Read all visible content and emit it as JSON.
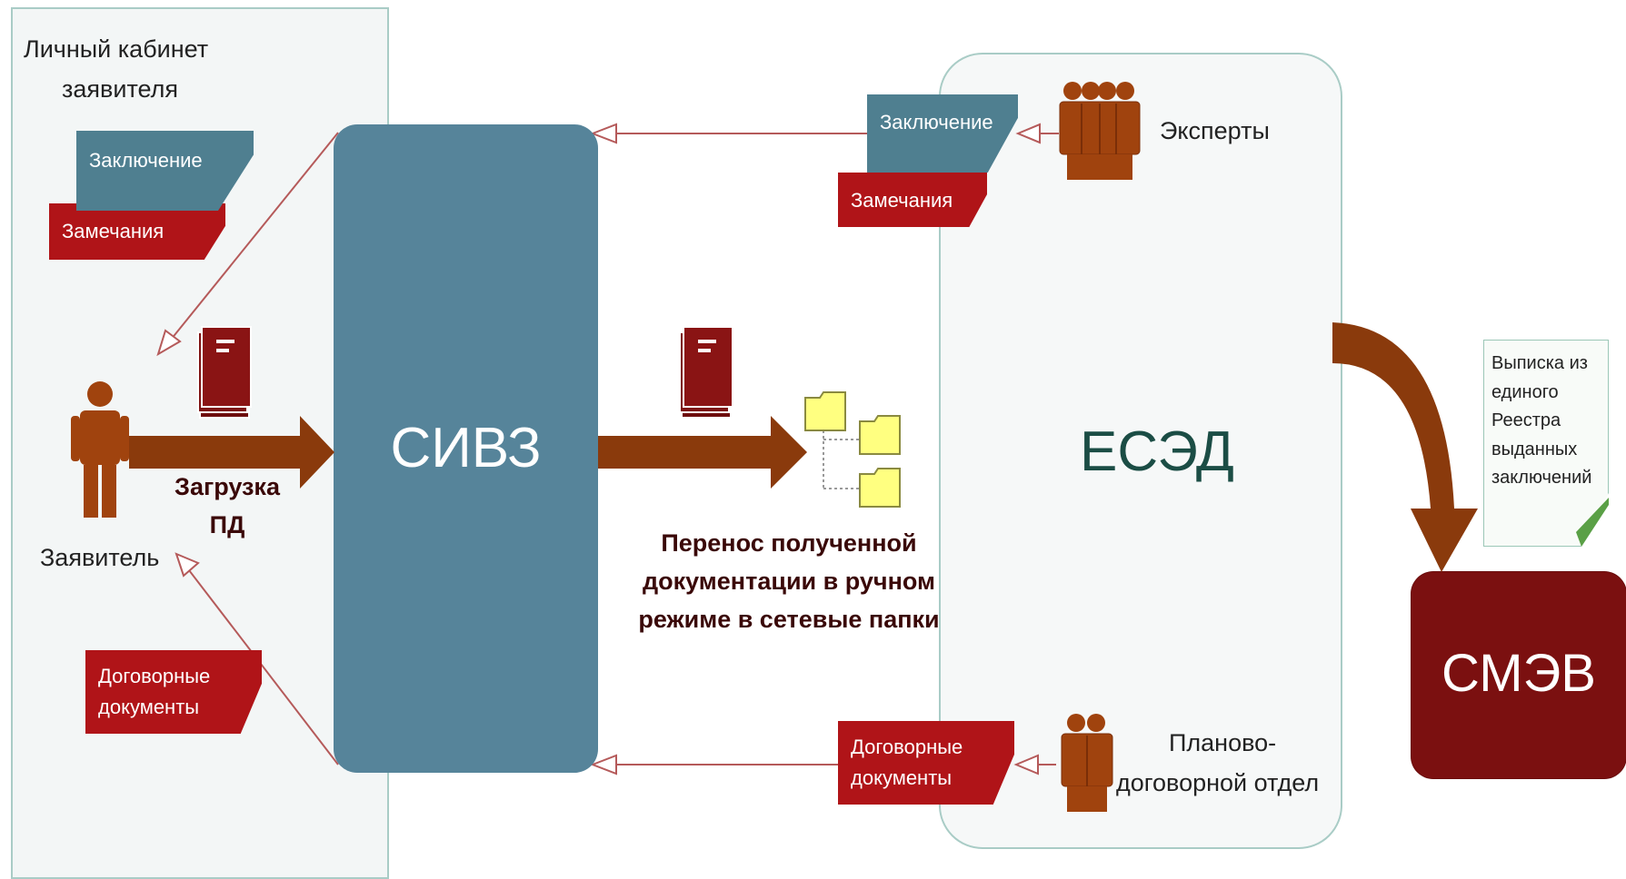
{
  "left_panel": {
    "title_line1": "Личный кабинет",
    "title_line2": "заявителя"
  },
  "left_docs": {
    "conclusion": "Заключение",
    "remarks": "Замечания",
    "contract_line1": "Договорные",
    "contract_line2": "документы"
  },
  "applicant": {
    "label": "Заявитель"
  },
  "upload": {
    "line1": "Загрузка",
    "line2": "ПД"
  },
  "sivz": {
    "label": "СИВЗ"
  },
  "transfer": {
    "line1": "Перенос полученной",
    "line2": "документации в ручном",
    "line3": "режиме в сетевые папки"
  },
  "esed": {
    "label": "ЕСЭД"
  },
  "experts": {
    "label": "Эксперты",
    "conclusion": "Заключение",
    "remarks": "Замечания"
  },
  "planning": {
    "line1": "Планово-",
    "line2": "договорной отдел",
    "contract_line1": "Договорные",
    "contract_line2": "документы"
  },
  "extract": {
    "line1": "Выписка из",
    "line2": "единого",
    "line3": "Реестра",
    "line4": "выданных",
    "line5": "заключений"
  },
  "smev": {
    "label": "СМЭВ"
  },
  "colors": {
    "block_blue": "#56849a",
    "dark_red": "#7b1010",
    "arrow_brown": "#8a3a0c",
    "panel_border": "#a9ccc6"
  },
  "icons": [
    "person-icon",
    "group-icon",
    "document-stack-icon",
    "folder-icon"
  ]
}
